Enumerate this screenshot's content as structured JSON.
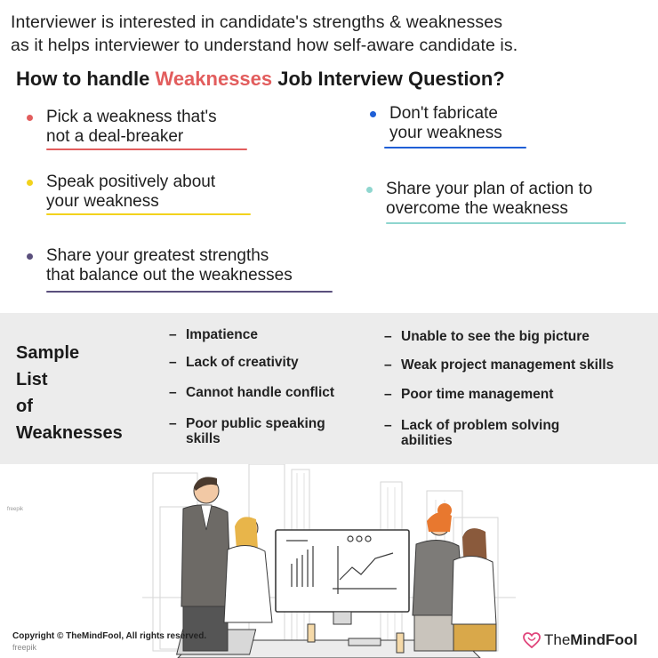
{
  "intro": {
    "line1": "Interviewer is interested in candidate's strengths & weaknesses",
    "line2": "as it helps interviewer to understand how self-aware candidate is."
  },
  "headline": {
    "before": "How to handle ",
    "accent": "Weaknesses",
    "after": " Job Interview Question?"
  },
  "tips": [
    {
      "line1": "Pick a weakness that's",
      "line2": "not a deal-breaker",
      "color": "#e25d5d"
    },
    {
      "line1": "Don't fabricate",
      "line2": "your weakness",
      "color": "#1f5fd6"
    },
    {
      "line1": "Speak positively about",
      "line2": "your weakness",
      "color": "#f2d21c"
    },
    {
      "line1": "Share your plan of action to",
      "line2": "overcome the weakness",
      "color": "#8fd6cf"
    },
    {
      "line1": "Share your greatest strengths",
      "line2": "that balance out the weaknesses",
      "color": "#5a4f7c"
    }
  ],
  "sample": {
    "title_lines": [
      "Sample",
      "List",
      "of",
      "Weaknesses"
    ],
    "left": [
      {
        "line1": "Impatience",
        "line2": ""
      },
      {
        "line1": "Lack of creativity",
        "line2": ""
      },
      {
        "line1": "Cannot handle conflict",
        "line2": ""
      },
      {
        "line1": "Poor public speaking",
        "line2": "skills"
      }
    ],
    "right": [
      {
        "line1": "Unable to see the big picture",
        "line2": ""
      },
      {
        "line1": "Weak project management skills",
        "line2": ""
      },
      {
        "line1": "Poor time management",
        "line2": ""
      },
      {
        "line1": "Lack of problem solving",
        "line2": "abilities"
      }
    ],
    "dash": "–"
  },
  "footer": {
    "copyright": "Copyright © TheMindFool, All rights reserved.",
    "credit": "freepik",
    "credit_small": "freepik",
    "brand_plain": "The",
    "brand_bold": "MindFool"
  },
  "colors": {
    "accent": "#e25d5d",
    "band": "#ececec",
    "brand_heart": "#e0457b"
  }
}
